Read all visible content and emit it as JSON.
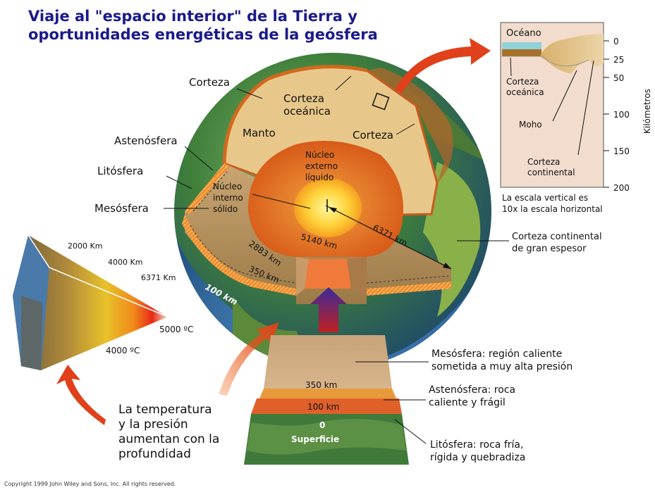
{
  "title": {
    "line1": "Viaje al \"espacio interior\" de la Tierra y",
    "line2": "oportunidades energéticas de la geósfera"
  },
  "labels": {
    "corteza_left": "Corteza",
    "corteza_oceanica": [
      "Corteza",
      "oceánica"
    ],
    "manto": "Manto",
    "corteza_right": "Corteza",
    "astenosfera": "Astenósfera",
    "litosfera": "Litósfera",
    "mesosfera": "Mesósfera",
    "nucleo_externo": [
      "Núcleo",
      "externo",
      "líquido"
    ],
    "nucleo_interno": [
      "Núcleo",
      "interno",
      "sólido"
    ],
    "d_5140": "5140 km",
    "d_2883": "2883 km",
    "d_6371": "6371 km",
    "d_350": "350 km",
    "d_100": "100 km",
    "corteza_continental_grosor": [
      "Corteza continental",
      "de gran espesor"
    ]
  },
  "wedge": {
    "d_2000": "2000 Km",
    "d_4000": "4000 Km",
    "d_6371": "6371 Km",
    "t_5000": "5000 ºC",
    "t_4000": "4000 ºC"
  },
  "inset": {
    "oceano": "Océano",
    "corteza_oceanica": [
      "Corteza",
      "oceánica"
    ],
    "moho": "Moho",
    "corteza_continental": [
      "Corteza",
      "continental"
    ],
    "axis_title": "Kilómetros",
    "ticks": [
      "0",
      "25",
      "50",
      "100",
      "150",
      "200"
    ],
    "note": [
      "La escala vertical es",
      "10x la escala horizontal"
    ]
  },
  "column": {
    "d_350": "350 km",
    "d_100": "100 km",
    "d_0": "0",
    "superficie": "Superficie",
    "mesosfera_desc": [
      "Mesósfera: región caliente",
      "sometida a muy alta presión"
    ],
    "astenosfera_desc": [
      "Astenósfera: roca",
      "caliente y frágil"
    ],
    "litosfera_desc": [
      "Litósfera: roca fría,",
      "rígida y quebradiza"
    ]
  },
  "temperature_note": [
    "La temperatura",
    "y la presión",
    "aumentan con la",
    "profundidad"
  ],
  "copyright": "Copyright 1999 John Wiley and Sons, Inc. All rights reserved.",
  "colors": {
    "title": "#1a1a8c",
    "mantle": "#e8c88a",
    "crust": "#d2691e",
    "outer_core": "#e8651c",
    "inner_core": "#ffd24a",
    "asthenosphere": "#f07818",
    "arrow_red": "#e0401a",
    "arrow_purple": "#5a2a9a",
    "ocean": "#3d7fc0",
    "land": "#4a8a3a"
  }
}
